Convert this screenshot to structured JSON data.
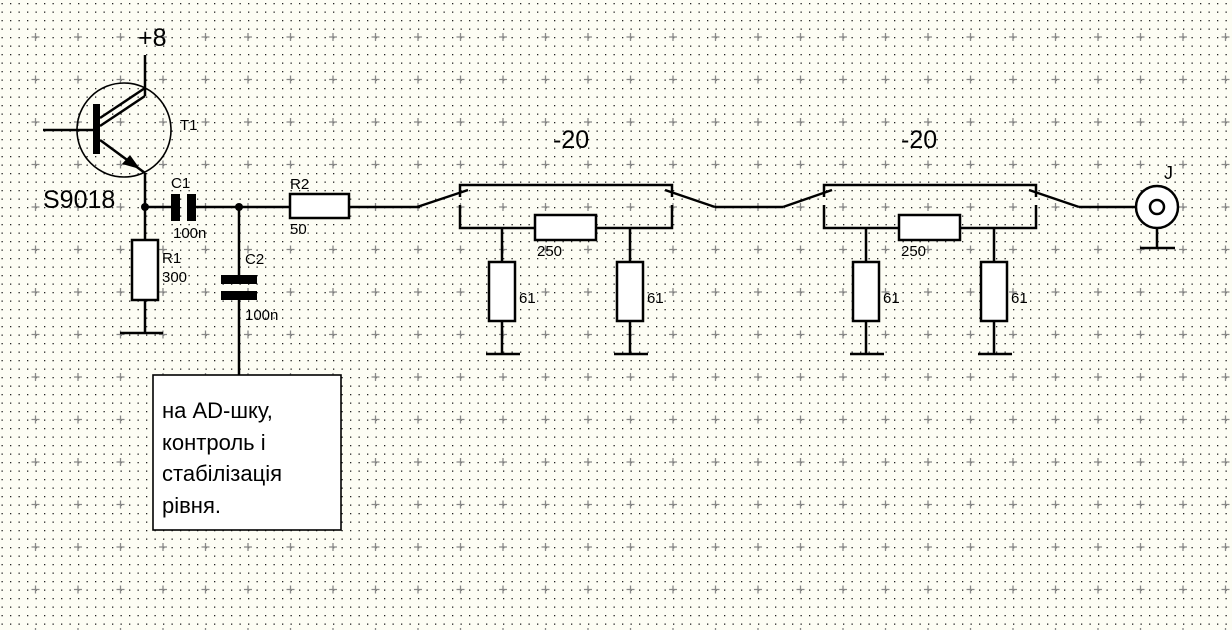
{
  "supply": {
    "label": "+8"
  },
  "transistor": {
    "ref": "T1",
    "part": "S9018"
  },
  "c1": {
    "ref": "C1",
    "value": "100n"
  },
  "c2": {
    "ref": "C2",
    "value": "100n"
  },
  "r1": {
    "ref": "R1",
    "value": "300"
  },
  "r2": {
    "ref": "R2",
    "value": "50"
  },
  "attenuators": [
    {
      "label": "-20",
      "series_value": "250",
      "shunt_left_value": "61",
      "shunt_right_value": "61"
    },
    {
      "label": "-20",
      "series_value": "250",
      "shunt_left_value": "61",
      "shunt_right_value": "61"
    }
  ],
  "connector": {
    "ref": "J"
  },
  "note": {
    "lines": [
      "на AD-шку,",
      "контроль і",
      "стабілізація",
      "рівня."
    ]
  }
}
